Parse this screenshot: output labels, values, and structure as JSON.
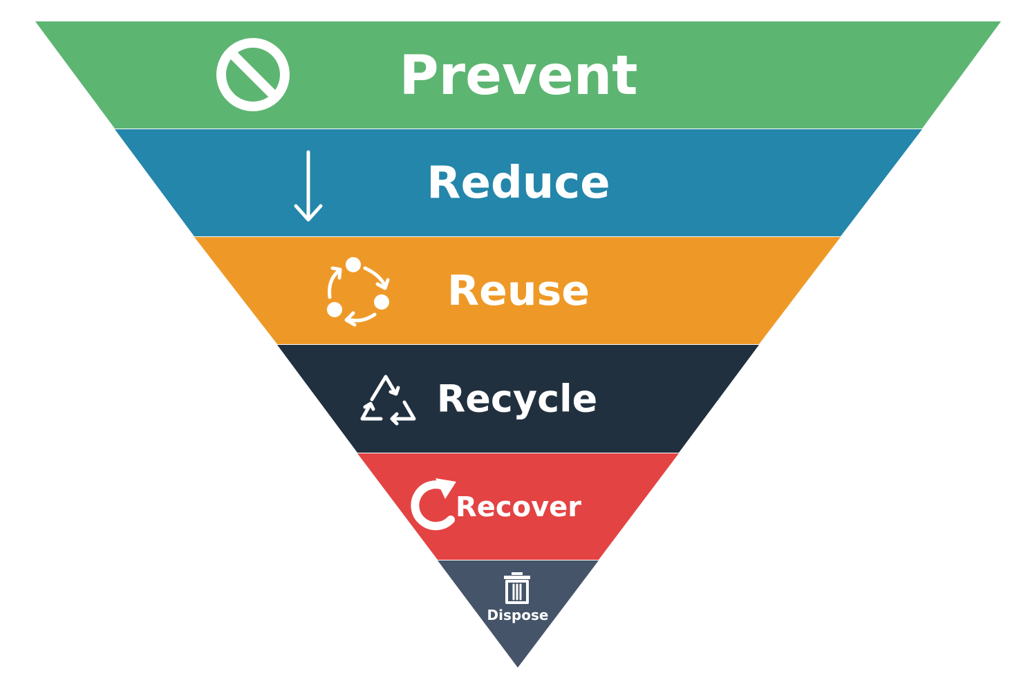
{
  "diagram": {
    "tiers": [
      {
        "id": "prevent",
        "label": "Prevent",
        "color": "#5db572",
        "icon": "prohibited-icon"
      },
      {
        "id": "reduce",
        "label": "Reduce",
        "color": "#2486aa",
        "icon": "arrow-down-icon"
      },
      {
        "id": "reuse",
        "label": "Reuse",
        "color": "#ee9927",
        "icon": "cycle-nodes-icon"
      },
      {
        "id": "recycle",
        "label": "Recycle",
        "color": "#21303f",
        "icon": "recycle-icon"
      },
      {
        "id": "recover",
        "label": "Recover",
        "color": "#e44343",
        "icon": "refresh-arrow-icon"
      },
      {
        "id": "dispose",
        "label": "Dispose",
        "color": "#455468",
        "icon": "trash-can-icon"
      }
    ]
  }
}
